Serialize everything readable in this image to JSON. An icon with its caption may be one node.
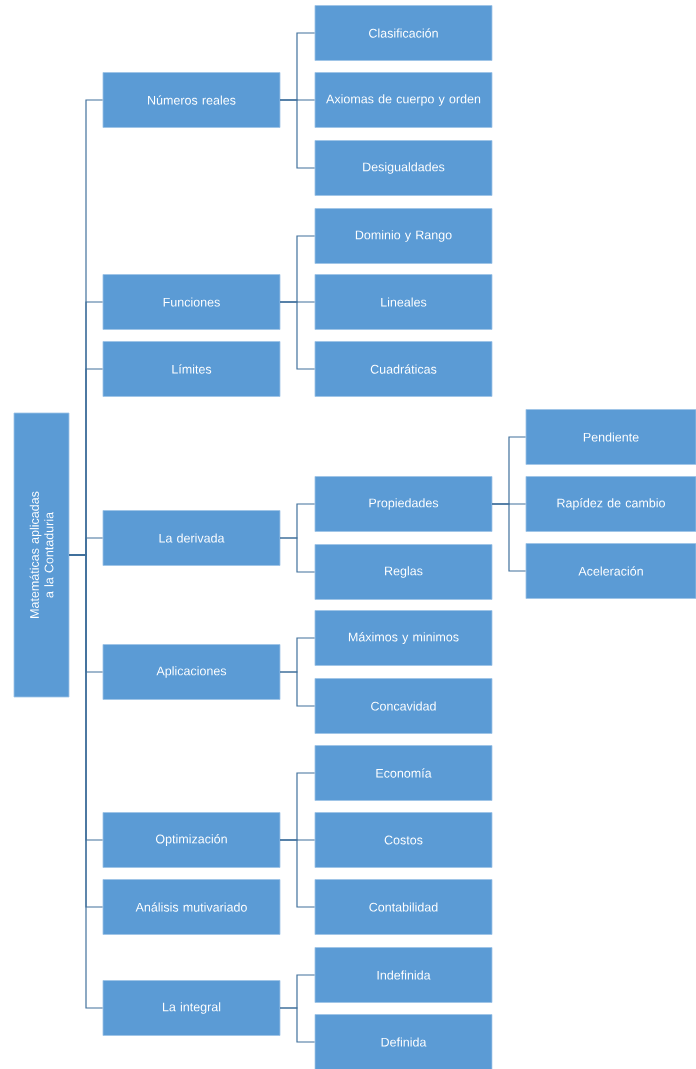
{
  "diagram": {
    "nodes": [
      {
        "text": [
          "Matemáticas aplicadas a la Contaduria"
        ]
      },
      {
        "text": [
          "Números reales"
        ]
      },
      {
        "text": [
          "Clasificación"
        ]
      },
      {
        "text": [
          "Axiomas de cuerpo y orden"
        ]
      },
      {
        "text": [
          "Desigualdades"
        ]
      },
      {
        "text": [
          "Funciones"
        ]
      },
      {
        "text": [
          "Dominio y Rango"
        ]
      },
      {
        "text": [
          "Lineales"
        ]
      },
      {
        "text": [
          "Cuadráticas"
        ]
      },
      {
        "text": [
          "Límites"
        ]
      },
      {
        "text": [
          "La derivada"
        ]
      },
      {
        "text": [
          "Propiedades"
        ]
      },
      {
        "text": [
          "Pendiente"
        ]
      },
      {
        "text": [
          "Rapídez de cambio"
        ]
      },
      {
        "text": [
          "Aceleración"
        ]
      },
      {
        "text": [
          "Reglas"
        ]
      },
      {
        "text": [
          "Aplicaciones"
        ]
      },
      {
        "text": [
          "Máximos y minimos"
        ]
      },
      {
        "text": [
          "Concavidad"
        ]
      },
      {
        "text": [
          "Optimización"
        ]
      },
      {
        "text": [
          "Economía"
        ]
      },
      {
        "text": [
          "Costos"
        ]
      },
      {
        "text": [
          "Contabilidad"
        ]
      },
      {
        "text": [
          "Análisis mutivariado"
        ]
      },
      {
        "text": [
          "La integral"
        ]
      },
      {
        "text": [
          "Indefinida"
        ]
      },
      {
        "text": [
          "Definida"
        ]
      }
    ],
    "edges": [
      {
        "from": 0,
        "to": 1,
        "arrow": "none"
      },
      {
        "from": 1,
        "to": 2,
        "arrow": "none"
      },
      {
        "from": 1,
        "to": 3,
        "arrow": "none"
      },
      {
        "from": 1,
        "to": 4,
        "arrow": "none"
      },
      {
        "from": 0,
        "to": 5,
        "arrow": "none"
      },
      {
        "from": 5,
        "to": 6,
        "arrow": "none"
      },
      {
        "from": 5,
        "to": 7,
        "arrow": "none"
      },
      {
        "from": 5,
        "to": 8,
        "arrow": "none"
      },
      {
        "from": 0,
        "to": 9,
        "arrow": "none"
      },
      {
        "from": 0,
        "to": 10,
        "arrow": "none"
      },
      {
        "from": 10,
        "to": 11,
        "arrow": "none"
      },
      {
        "from": 11,
        "to": 12,
        "arrow": "none"
      },
      {
        "from": 11,
        "to": 13,
        "arrow": "none"
      },
      {
        "from": 11,
        "to": 14,
        "arrow": "none"
      },
      {
        "from": 10,
        "to": 15,
        "arrow": "none"
      },
      {
        "from": 0,
        "to": 16,
        "arrow": "none"
      },
      {
        "from": 16,
        "to": 17,
        "arrow": "none"
      },
      {
        "from": 16,
        "to": 18,
        "arrow": "none"
      },
      {
        "from": 0,
        "to": 19,
        "arrow": "none"
      },
      {
        "from": 19,
        "to": 20,
        "arrow": "none"
      },
      {
        "from": 19,
        "to": 21,
        "arrow": "none"
      },
      {
        "from": 19,
        "to": 22,
        "arrow": "none"
      },
      {
        "from": 0,
        "to": 23,
        "arrow": "none"
      },
      {
        "from": 0,
        "to": 24,
        "arrow": "none"
      },
      {
        "from": 24,
        "to": 25,
        "arrow": "none"
      },
      {
        "from": 24,
        "to": 26,
        "arrow": "none"
      }
    ]
  }
}
